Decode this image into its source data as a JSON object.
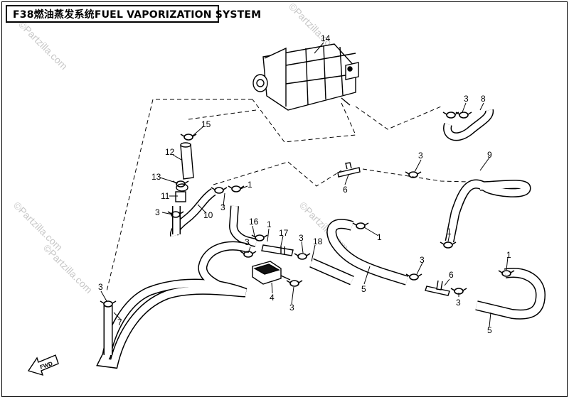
{
  "title": "F38燃油蒸发系统FUEL VAPORIZATION SYSTEM",
  "watermarks": [
    "©Partzilla.com",
    "©Partzilla.com",
    "©Partzilla.com",
    "©Partzilla.com",
    "©Partzilla.com"
  ],
  "fwd_label": "FWD",
  "callouts": {
    "c14": "14",
    "c15": "15",
    "c12": "12",
    "c13": "13",
    "c11": "11",
    "c3a": "3",
    "c10": "10",
    "c1a": "1",
    "c3b": "3",
    "c16": "16",
    "c1b": "1",
    "c17": "17",
    "c3c": "3",
    "c18": "18",
    "c4": "4",
    "c3d": "3",
    "c3e": "3",
    "c7": "7",
    "c3f": "3",
    "c8": "8",
    "c3g": "3",
    "c6a": "6",
    "c9": "9",
    "c1c": "1",
    "c5a": "5",
    "c3h": "3",
    "c1d": "1",
    "c6b": "6",
    "c3i": "3",
    "c5b": "5",
    "c1e": "1",
    "c3j": "3"
  }
}
